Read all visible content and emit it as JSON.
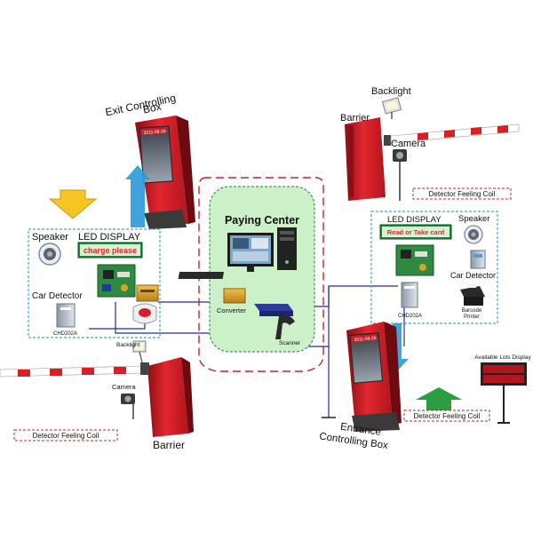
{
  "labels": {
    "exit_box_line1": "Exit Controlling",
    "exit_box_line2": "Box",
    "backlight_top": "Backlight",
    "barrier_top": "Barrier",
    "camera_top": "Camera",
    "detector_top": "Detector Feeling Coil",
    "speaker_left": "Speaker",
    "led_left": "LED DISPLAY",
    "led_left_msg": "charge please",
    "car_detector_left": "Car Detector",
    "chd_left": "CHD202A",
    "backlight_bottom": "Backlight",
    "camera_bottom": "Camera",
    "detector_bottom_left": "Detector Feeling Coil",
    "barrier_bottom": "Barrier",
    "paying_center": "Paying Center",
    "converter": "Converter",
    "scanner": "Scanner",
    "led_right": "LED DISPLAY",
    "speaker_right": "Speaker",
    "led_right_msg": "Read or Take card",
    "car_detector_right": "Car Detector",
    "chd_right": "CHD202A",
    "barcode_printer_line1": "Barcode",
    "barcode_printer_line2": "Printer",
    "entrance_line1": "Entrance",
    "entrance_line2": "Controlling Box",
    "detector_bottom_right": "Detector Feeling Coil",
    "available_lots": "Available Lots Display",
    "screen_date": "2011-08-26"
  },
  "colors": {
    "box_red": "#d8202a",
    "box_dark": "#7a0d12",
    "pay_fill": "#ccf0c8",
    "dashed_red": "#c0262c",
    "panel_border": "#46a4c9",
    "led_green": "#1c8a3a",
    "led_text_red": "#e8242a",
    "arrow_blue": "#2a9ad8",
    "arrow_yellow": "#f5c521",
    "arrow_green": "#2c9e3f",
    "wire": "#1f2f9a",
    "pole_red": "#d82024"
  },
  "icons": [
    "speaker-icon",
    "car-detector-icon",
    "circuit-board-icon",
    "loop-detector-icon",
    "converter-icon",
    "network-switch-icon",
    "scanner-icon",
    "monitor-icon",
    "pc-tower-icon",
    "camera-icon",
    "backlight-icon",
    "barcode-printer-icon",
    "card-reader-icon"
  ]
}
